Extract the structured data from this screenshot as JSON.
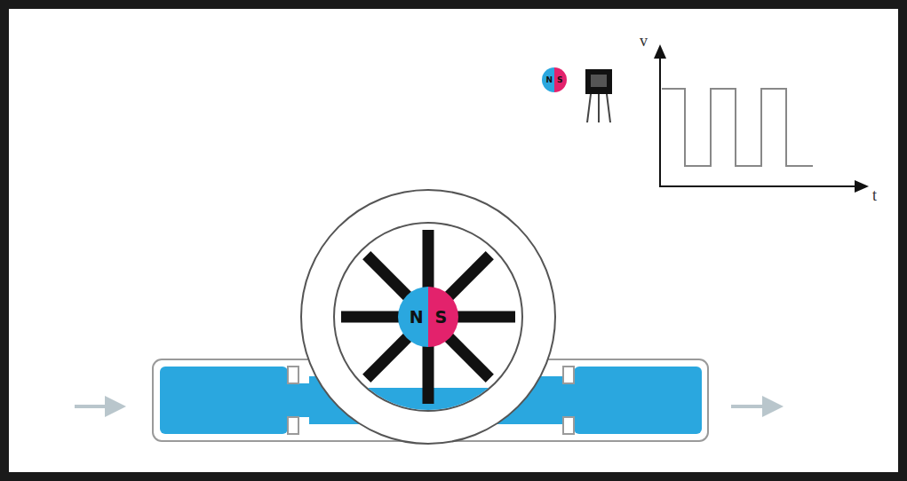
{
  "diagram": {
    "nodes": [
      {
        "text": [
          "N",
          "S"
        ]
      },
      {
        "text": [
          "N",
          "S"
        ]
      }
    ],
    "labels": [
      "v",
      "t"
    ]
  }
}
